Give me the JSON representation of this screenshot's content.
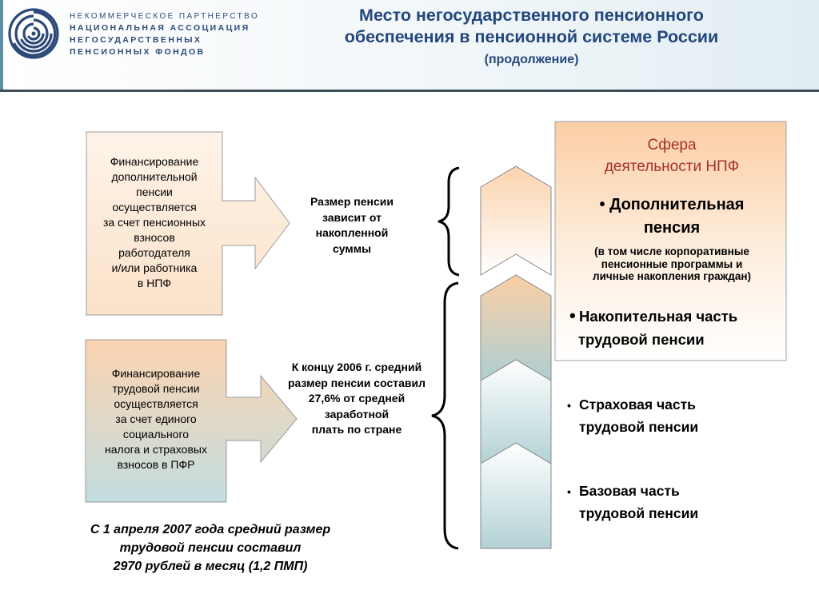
{
  "header": {
    "org_lines": [
      "НЕКОММЕРЧЕСКОЕ ПАРТНЕРСТВО",
      "НАЦИОНАЛЬНАЯ АССОЦИАЦИЯ",
      "НЕГОСУДАРСТВЕННЫХ",
      "ПЕНСИОННЫХ ФОНДОВ"
    ],
    "title_line1": "Место негосударственного пенсионного",
    "title_line2": "обеспечения в пенсионной системе России",
    "subtitle": "(продолжение)"
  },
  "left_boxes": [
    {
      "lines": [
        "Финансирование",
        "дополнительной",
        "пенсии",
        "осуществляется",
        "за счет пенсионных",
        "взносов",
        "работодателя",
        "и/или работника",
        "в НПФ"
      ]
    },
    {
      "lines": [
        "Финансирование",
        "трудовой пенсии",
        "осуществляется",
        "за счет единого",
        "социального",
        "налога и страховых",
        "взносов в ПФР"
      ]
    }
  ],
  "middle_notes": [
    {
      "lines": [
        "Размер пенсии",
        "зависит от",
        "накопленной",
        "суммы"
      ]
    },
    {
      "lines": [
        "К концу 2006 г. средний",
        "размер пенсии составил",
        "27,6% от средней",
        "заработной",
        "плать по стране"
      ]
    }
  ],
  "npf_box": {
    "title_line1": "Сфера",
    "title_line2": "деятельности НПФ",
    "item1_line1": "• Дополнительная",
    "item1_line2": "пенсия",
    "item1_note_lines": [
      "(в том числе корпоративные",
      "пенсионные программы и",
      "личные накопления граждан)"
    ],
    "item2_line1": "Накопительная часть",
    "item2_line2": "трудовой пенсии"
  },
  "outer_items": [
    {
      "line1": "Страховая часть",
      "line2": "трудовой пенсии"
    },
    {
      "line1": "Базовая часть",
      "line2": "трудовой пенсии"
    }
  ],
  "bottom_note_lines": [
    "С 1 апреля 2007 года средний размер",
    "трудовой пенсии составил",
    "2970 рублей в месяц (1,2 ПМП)"
  ],
  "colors": {
    "title": "#23477d",
    "peach": "#fbd0a8",
    "teal": "#b7d6d8",
    "npf_title": "#a4322a"
  }
}
